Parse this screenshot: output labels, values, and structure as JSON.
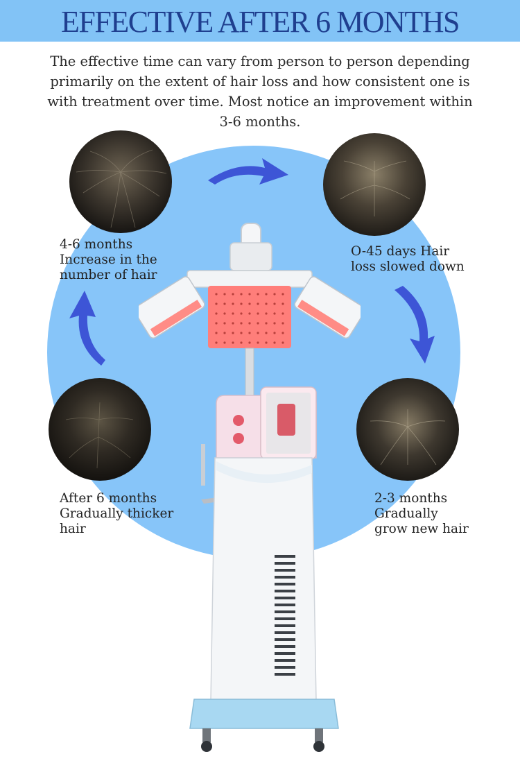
{
  "header": {
    "title": "EFFECTIVE AFTER 6 MONTHS",
    "banner_color": "#82c3f6",
    "title_color": "#1f3f8f"
  },
  "intro": {
    "line1": "The effective time can vary from person to person depending",
    "line2": "primarily on the extent of hair loss and how consistent one is",
    "line3": "with treatment over time. Most notice an improvement within",
    "line4": "3-6 months."
  },
  "stages": [
    {
      "position": "top-left",
      "line1": "4-6 months",
      "line2": "Increase in the",
      "line3": "number of hair"
    },
    {
      "position": "top-right",
      "line1": "O-45 days Hair",
      "line2": "loss slowed down",
      "line3": ""
    },
    {
      "position": "bottom-right",
      "line1": "2-3 months",
      "line2": "Gradually",
      "line3": "grow new hair"
    },
    {
      "position": "bottom-left",
      "line1": "After 6 months",
      "line2": "Gradually thicker",
      "line3": "hair"
    }
  ],
  "colors": {
    "circle": "#87c5f9",
    "arrow": "#3d55d6",
    "device_panel": "#ff7e7a",
    "device_body": "#f4f6f8",
    "device_base": "#a8d8f2"
  },
  "icons": {
    "cycle_arrows": "curved-arrow-icon"
  }
}
